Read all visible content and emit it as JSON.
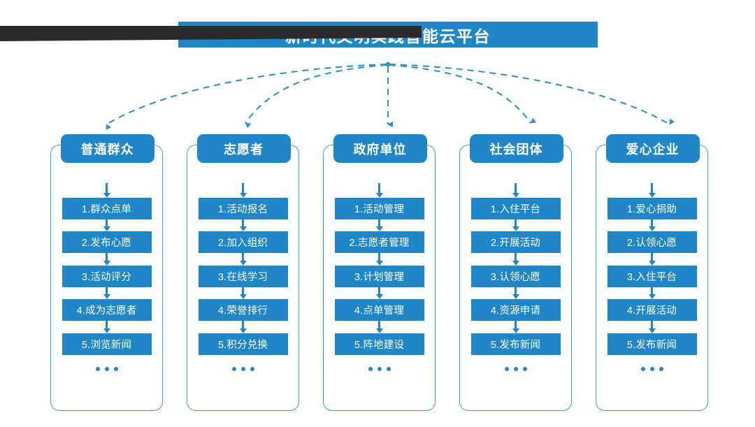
{
  "title": {
    "text": "新时代文明实践智能云平台"
  },
  "theme": {
    "primary": "#1f87c7",
    "outline": "#3d9fd6",
    "shadow": "#2b2b2b",
    "text_on_primary": "#ffffff",
    "background": "#ffffff"
  },
  "ellipsis_text": "...",
  "columns": [
    {
      "header": "普通群众",
      "items": [
        "1.群众点单",
        "2.发布心愿",
        "3.活动评分",
        "4.成为志愿者",
        "5.浏览新闻"
      ]
    },
    {
      "header": "志愿者",
      "items": [
        "1.活动报名",
        "2.加入组织",
        "3.在线学习",
        "4.荣誉排行",
        "5.积分兑换"
      ]
    },
    {
      "header": "政府单位",
      "items": [
        "1.活动管理",
        "2.志愿者管理",
        "3.计划管理",
        "4.点单管理",
        "5.阵地建设"
      ]
    },
    {
      "header": "社会团体",
      "items": [
        "1.入住平台",
        "2.开展活动",
        "3.认领心愿",
        "4.资源申请",
        "5.发布新闻"
      ]
    },
    {
      "header": "爱心企业",
      "items": [
        "1.爱心捐助",
        "2.认领心愿",
        "3.入住平台",
        "4.开展活动",
        "5.发布新闻"
      ]
    }
  ]
}
